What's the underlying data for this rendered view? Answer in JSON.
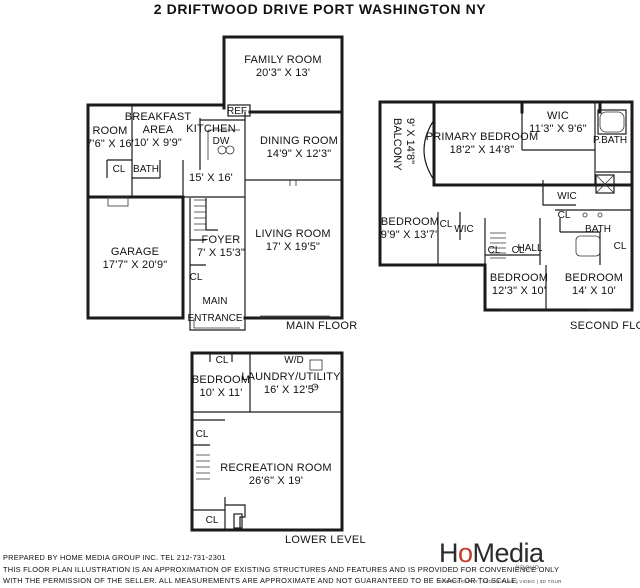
{
  "title": "2 DRIFTWOOD DRIVE PORT WASHINGTON NY",
  "floors": {
    "main": {
      "label": "MAIN FLOOR",
      "rooms": {
        "family_room": {
          "name": "FAMILY ROOM",
          "dims": "20'3\" X 13'"
        },
        "room": {
          "name": "ROOM",
          "dims": "7'6\" X 16'"
        },
        "breakfast_area": {
          "name": "BREAKFAST",
          "name2": "AREA",
          "dims": "10' X 9'9\""
        },
        "kitchen": {
          "name": "KITCHEN",
          "dims": "15' X 16'"
        },
        "dining_room": {
          "name": "DINING ROOM",
          "dims": "14'9\" X 12'3\""
        },
        "living_room": {
          "name": "LIVING ROOM",
          "dims": "17' X 19'5\""
        },
        "garage": {
          "name": "GARAGE",
          "dims": "17'7\" X 20'9\""
        },
        "foyer": {
          "name": "FOYER",
          "dims": "7' X 15'3\""
        }
      },
      "tags": {
        "ref": "REF",
        "dw": "DW",
        "cl1": "CL",
        "bath": "BATH",
        "cl2": "CL",
        "main": "MAIN",
        "entrance": "ENTRANCE"
      }
    },
    "second": {
      "label": "SECOND FLOOR",
      "rooms": {
        "balcony": {
          "name": "BALCONY",
          "dims": "9' X 14'8\""
        },
        "primary_bedroom": {
          "name": "PRIMARY BEDROOM",
          "dims": "18'2\" X 14'8\""
        },
        "wic_top": {
          "name": "WIC",
          "dims": "11'3\" X 9'6\""
        },
        "bedroom_left": {
          "name": "BEDROOM",
          "dims": "9'9\" X 13'7\""
        },
        "bedroom_mid": {
          "name": "BEDROOM",
          "dims": "12'3\" X 10'"
        },
        "bedroom_right": {
          "name": "BEDROOM",
          "dims": "14' X 10'"
        }
      },
      "tags": {
        "pbath": "P.BATH",
        "wic_a": "WIC",
        "wic_b": "WIC",
        "hall": "HALL",
        "bath": "BATH",
        "cl_a": "CL",
        "cl_b": "CL",
        "cl_c": "CL",
        "cl_d": "CL",
        "cl_e": "CL"
      }
    },
    "lower": {
      "label": "LOWER LEVEL",
      "rooms": {
        "bedroom": {
          "name": "BEDROOM",
          "dims": "10' X 11'"
        },
        "laundry": {
          "name": "LAUNDRY/UTILITY",
          "dims": "16' X 12'5\""
        },
        "recreation": {
          "name": "RECREATION ROOM",
          "dims": "26'6\" X 19'"
        }
      },
      "tags": {
        "cl_top": "CL",
        "wd": "W/D",
        "cl_mid": "CL",
        "cl_bot": "CL"
      }
    }
  },
  "footer": [
    "PREPARED BY HOME MEDIA GROUP INC. TEL 212-731-2301",
    "THIS FLOOR PLAN ILLUSTRATION IS AN APPROXIMATION OF EXISTING STRUCTURES AND FEATURES AND IS PROVIDED FOR CONVENIENCE ONLY",
    "WITH THE PERMISSION OF THE SELLER. ALL MEASUREMENTS ARE APPROXIMATE AND NOT GUARANTEED TO BE EXACT OR TO SCALE."
  ],
  "logo": {
    "word_a": "H",
    "word_b": "o",
    "word_c": "Media",
    "group": "GROUP",
    "tagline": "PHOTOGRAPHY | FLOOR PLAN | VIDEO | 3D TOUR"
  }
}
